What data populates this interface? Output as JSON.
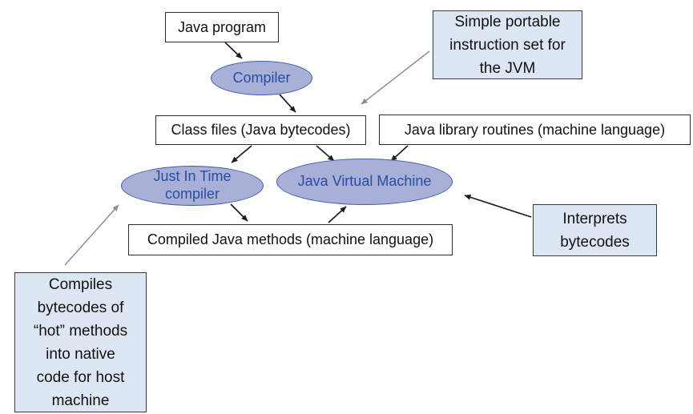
{
  "colors": {
    "node_fill": "#ffffff",
    "node_border": "#2d2d2d",
    "ellipse_fill": "#a9b0d7",
    "ellipse_border": "#3d5fa9",
    "ellipse_text": "#274ea2",
    "annotation_fill": "#dde7f3",
    "annotation_border": "#3a3a3a",
    "arrow_black": "#1c1c1c",
    "arrow_gray": "#8f8f8f",
    "text": "#111111",
    "background": "#ffffff"
  },
  "nodes": {
    "java_program": "Java program",
    "compiler": "Compiler",
    "class_files": "Class files (Java bytecodes)",
    "java_library": "Java library routines (machine language)",
    "jit_compiler": "Just In Time\ncompiler",
    "jvm": "Java Virtual Machine",
    "compiled_methods": "Compiled Java methods (machine language)"
  },
  "annotations": {
    "simple_portable": "Simple portable\ninstruction set for\nthe JVM",
    "interprets": "Interprets\nbytecodes",
    "compiles_hot": "Compiles\nbytecodes of\n“hot” methods\ninto native\ncode for host\nmachine"
  }
}
